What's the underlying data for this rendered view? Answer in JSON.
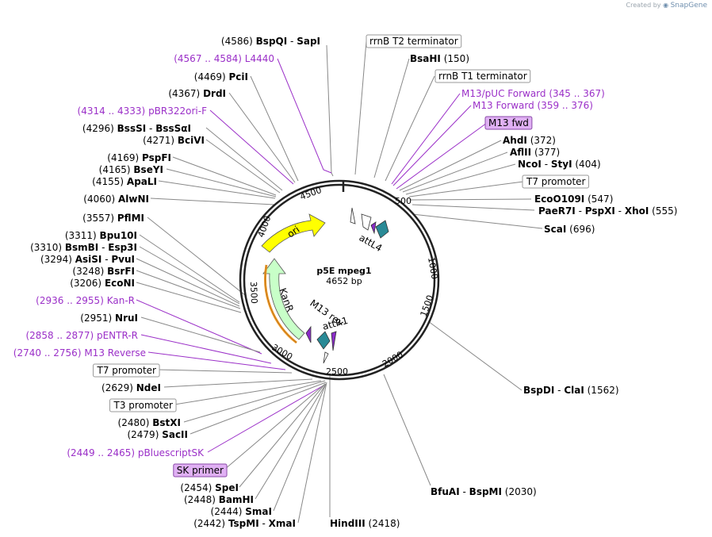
{
  "credit": {
    "prefix": "Created by",
    "brand": "SnapGene"
  },
  "plasmid": {
    "name": "p5E mpeg1",
    "length_label": "4652 bp",
    "length": 4652
  },
  "ruler": [
    "500",
    "1000",
    "1500",
    "2000",
    "2500",
    "3000",
    "3500",
    "4000",
    "4500"
  ],
  "features": {
    "ori": "ori",
    "kanr": "KanR",
    "attl4": "attL4",
    "attr1": "attR1",
    "m13rev": "M13 rev"
  },
  "labels": [
    {
      "id": "sapi",
      "pos": "(4586)",
      "name": "BspQI",
      "sep": "-",
      "name2": "SapI"
    },
    {
      "id": "l4440",
      "pos": "(4567 .. 4584)",
      "name": "L4440",
      "primer": true
    },
    {
      "id": "pcii",
      "pos": "(4469)",
      "name": "PciI"
    },
    {
      "id": "drdi",
      "pos": "(4367)",
      "name": "DrdI"
    },
    {
      "id": "pbr322",
      "pos": "(4314 .. 4333)",
      "name": "pBR322ori-F",
      "primer": true
    },
    {
      "id": "bsssi",
      "pos": "(4296)",
      "name": "BssSI",
      "sep": "-",
      "name2": "BssSαI"
    },
    {
      "id": "bcivi",
      "pos": "(4271)",
      "name": "BciVI"
    },
    {
      "id": "pspfi",
      "pos": "(4169)",
      "name": "PspFI"
    },
    {
      "id": "bseyi",
      "pos": "(4165)",
      "name": "BseYI"
    },
    {
      "id": "apali",
      "pos": "(4155)",
      "name": "ApaLI"
    },
    {
      "id": "alwni",
      "pos": "(4060)",
      "name": "AlwNI"
    },
    {
      "id": "pflmi",
      "pos": "(3557)",
      "name": "PflMI"
    },
    {
      "id": "bpu10i",
      "pos": "(3311)",
      "name": "Bpu10I"
    },
    {
      "id": "bsmbi",
      "pos": "(3310)",
      "name": "BsmBI",
      "sep": "-",
      "name2": "Esp3I"
    },
    {
      "id": "asisi",
      "pos": "(3294)",
      "name": "AsiSI",
      "sep": "-",
      "name2": "PvuI"
    },
    {
      "id": "bsrfi",
      "pos": "(3248)",
      "name": "BsrFI"
    },
    {
      "id": "econi",
      "pos": "(3206)",
      "name": "EcoNI"
    },
    {
      "id": "kanr_p",
      "pos": "(2936 .. 2955)",
      "name": "Kan-R",
      "primer": true
    },
    {
      "id": "nrui",
      "pos": "(2951)",
      "name": "NruI"
    },
    {
      "id": "pentr",
      "pos": "(2858 .. 2877)",
      "name": "pENTR-R",
      "primer": true
    },
    {
      "id": "m13r",
      "pos": "(2740 .. 2756)",
      "name": "M13 Reverse",
      "primer": true
    },
    {
      "id": "t7p_l",
      "name": "T7 promoter",
      "boxed": true
    },
    {
      "id": "ndei",
      "pos": "(2629)",
      "name": "NdeI"
    },
    {
      "id": "t3p",
      "name": "T3 promoter",
      "boxed": true
    },
    {
      "id": "bstxi",
      "pos": "(2480)",
      "name": "BstXI"
    },
    {
      "id": "sacii",
      "pos": "(2479)",
      "name": "SacII"
    },
    {
      "id": "pbsk",
      "pos": "(2449 .. 2465)",
      "name": "pBluescriptSK",
      "primer": true
    },
    {
      "id": "skprimer",
      "name": "SK primer",
      "boxed": true,
      "primer_box": true
    },
    {
      "id": "spei",
      "pos": "(2454)",
      "name": "SpeI"
    },
    {
      "id": "bamhi",
      "pos": "(2448)",
      "name": "BamHI"
    },
    {
      "id": "smai",
      "pos": "(2444)",
      "name": "SmaI"
    },
    {
      "id": "tspmi",
      "pos": "(2442)",
      "name": "TspMI",
      "sep": "-",
      "name2": "XmaI"
    },
    {
      "id": "hindiii",
      "name": "HindIII",
      "pos": "(2418)"
    },
    {
      "id": "bfuai",
      "name": "BfuAI",
      "sep": "-",
      "name2": "BspMI",
      "pos": "(2030)"
    },
    {
      "id": "clai",
      "name": "BspDI",
      "sep": "-",
      "name2": "ClaI",
      "pos": "(1562)"
    },
    {
      "id": "scai",
      "name": "ScaI",
      "pos": "(696)"
    },
    {
      "id": "xhoi",
      "name": "PaeR7I",
      "sep": "-",
      "name2": "PspXI",
      "sep2": "-",
      "name3": "XhoI",
      "pos": "(555)"
    },
    {
      "id": "eco0109",
      "name": "EcoO109I",
      "pos": "(547)"
    },
    {
      "id": "t7p_r",
      "name": "T7 promoter",
      "boxed": true
    },
    {
      "id": "styi",
      "name": "NcoI",
      "sep": "-",
      "name2": "StyI",
      "pos": "(404)"
    },
    {
      "id": "aflii",
      "name": "AflII",
      "pos": "(377)"
    },
    {
      "id": "ahdi",
      "name": "AhdI",
      "pos": "(372)"
    },
    {
      "id": "m13fwd",
      "name": "M13 fwd",
      "boxed": true,
      "primer_box": true
    },
    {
      "id": "m13f",
      "name": "M13 Forward",
      "pos": "(359 .. 376)",
      "primer": true
    },
    {
      "id": "m13puc",
      "name": "M13/pUC Forward",
      "pos": "(345 .. 367)",
      "primer": true
    },
    {
      "id": "rrnbt1",
      "name": "rrnB T1 terminator",
      "boxed": true
    },
    {
      "id": "bsahi",
      "name": "BsaHI",
      "pos": "(150)"
    },
    {
      "id": "rrnbt2",
      "name": "rrnB T2 terminator",
      "boxed": true
    }
  ]
}
